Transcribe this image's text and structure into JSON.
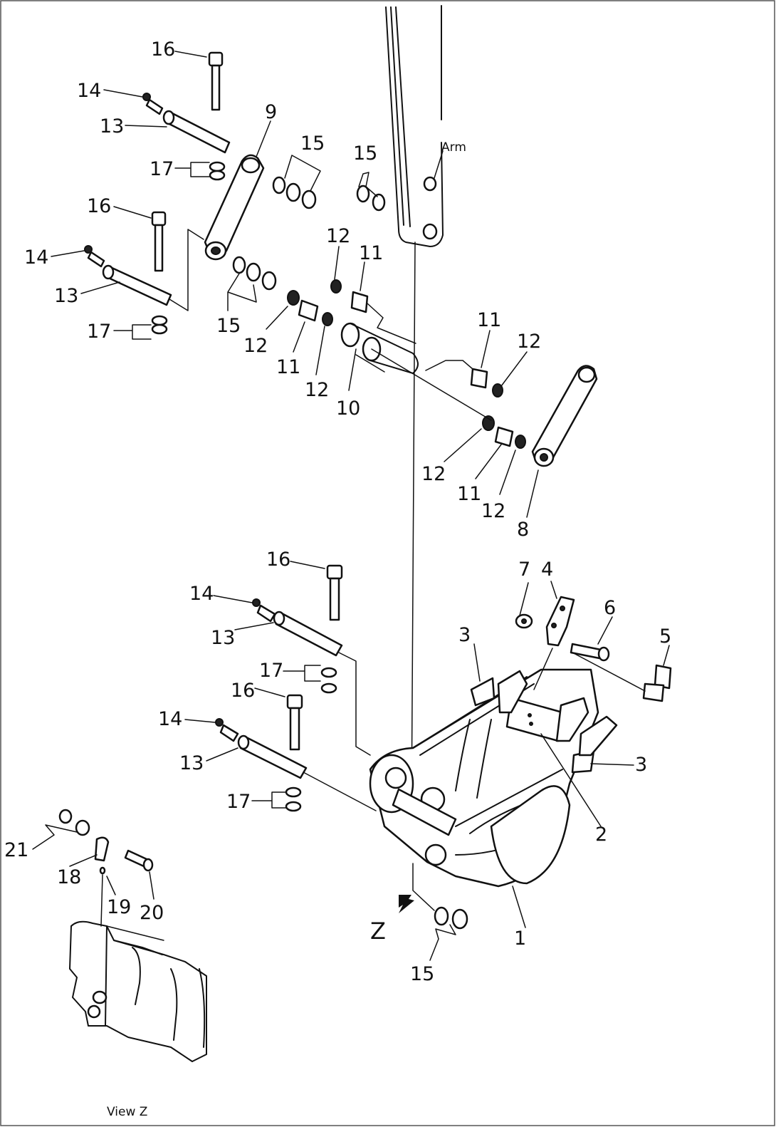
{
  "diagram": {
    "arm_label": "Arm",
    "view_label": "View Z",
    "view_marker": "Z",
    "callouts": {
      "c1": "1",
      "c2": "2",
      "c3a": "3",
      "c3b": "3",
      "c4": "4",
      "c5": "5",
      "c6": "6",
      "c7": "7",
      "c8": "8",
      "c9": "9",
      "c10": "10",
      "c11a": "11",
      "c11b": "11",
      "c11c": "11",
      "c11d": "11",
      "c12a": "12",
      "c12b": "12",
      "c12c": "12",
      "c12d": "12",
      "c12e": "12",
      "c12f": "12",
      "c13a": "13",
      "c13b": "13",
      "c13c": "13",
      "c13d": "13",
      "c14a": "14",
      "c14b": "14",
      "c14c": "14",
      "c14d": "14",
      "c15a": "15",
      "c15b": "15",
      "c15c": "15",
      "c15d": "15",
      "c16a": "16",
      "c16b": "16",
      "c16c": "16",
      "c16d": "16",
      "c17a": "17",
      "c17b": "17",
      "c17c": "17",
      "c17d": "17",
      "c18": "18",
      "c19": "19",
      "c20": "20",
      "c21": "21"
    }
  }
}
